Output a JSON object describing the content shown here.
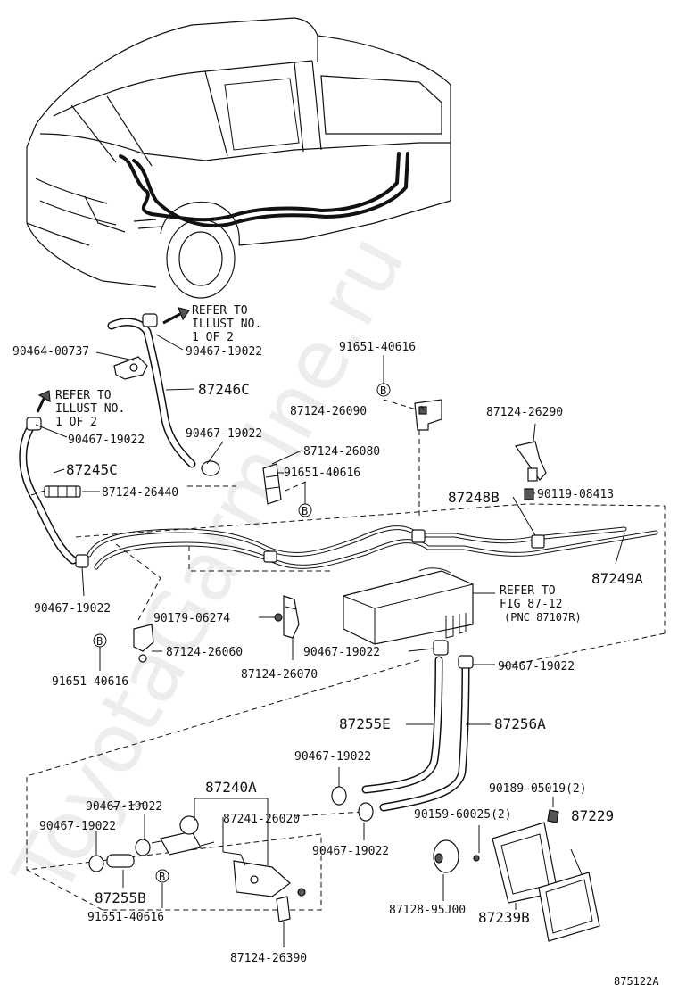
{
  "watermark": "ToyotaGarmine.ru",
  "diagram_id": "875122A",
  "refer_notes": {
    "refer_1": [
      "REFER TO",
      "ILLUST NO.",
      "1 OF 2"
    ],
    "refer_2": [
      "REFER TO",
      "ILLUST NO.",
      "1 OF 2"
    ],
    "refer_3": [
      "REFER TO",
      "FIG 87-12",
      "(PNC 87107R)"
    ]
  },
  "part_labels": {
    "p90464_00737": "90464-00737",
    "p90467_19022_a": "90467-19022",
    "p87246C": "87246C",
    "p90467_19022_b": "90467-19022",
    "p90467_19022_c": "90467-19022",
    "p87245C": "87245C",
    "p87124_26440": "87124-26440",
    "p90467_19022_d": "90467-19022",
    "p91651_40616_a": "91651-40616",
    "p87124_26090": "87124-26090",
    "p87124_26080": "87124-26080",
    "p91651_40616_b": "91651-40616",
    "p87124_26290": "87124-26290",
    "p87248B": "87248B",
    "p90119_08413": "90119-08413",
    "p87249A": "87249A",
    "p90179_06274": "90179-06274",
    "p87124_26060": "87124-26060",
    "p91651_40616_c": "91651-40616",
    "p87124_26070": "87124-26070",
    "p90467_19022_e": "90467-19022",
    "p90467_19022_f": "90467-19022",
    "p87255E": "87255E",
    "p87256A": "87256A",
    "p90467_19022_g": "90467-19022",
    "p87240A": "87240A",
    "p90467_19022_h": "90467-19022",
    "p87241_26020": "87241-26020",
    "p90467_19022_i": "90467-19022",
    "p90467_19022_j": "90467-19022",
    "p87255B": "87255B",
    "p91651_40616_d": "91651-40616",
    "p87124_26390": "87124-26390",
    "p90189_05019": "90189-05019(2)",
    "p90159_60025": "90159-60025(2)",
    "p87229": "87229",
    "p87128_95J00": "87128-95J00",
    "p87239B": "87239B"
  },
  "bolt_marker": "B"
}
